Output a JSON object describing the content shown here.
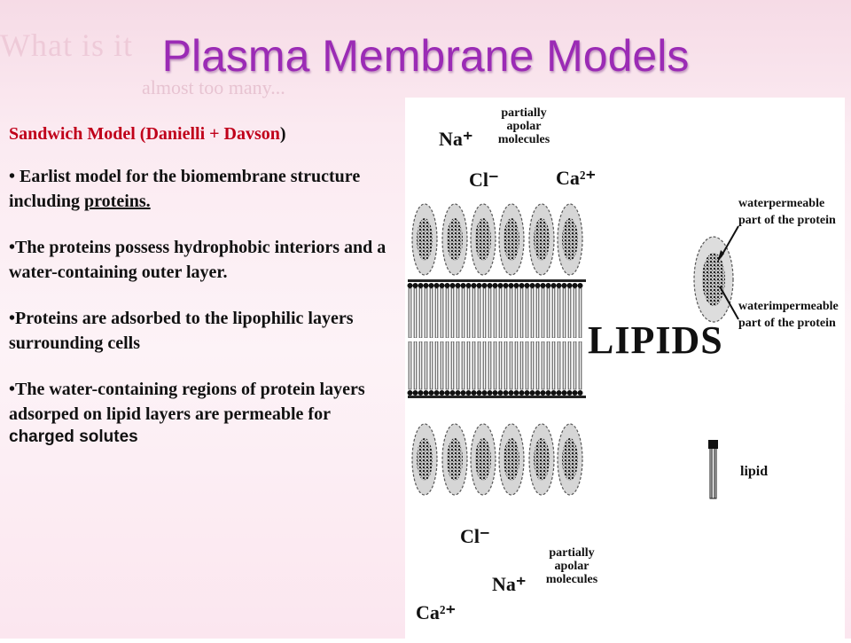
{
  "background": {
    "ghost_line1": "What is it",
    "ghost_line2": "almost too many..."
  },
  "title": "Plasma Membrane Models",
  "text": {
    "heading_red": "Sandwich Model (Danielli + Davson",
    "heading_close": ")",
    "p1_pre": "• Earlist model for the biomembrane structure including ",
    "p1_under": "proteins.",
    "p2": "•The proteins possess hydrophobic interiors and a water-containing outer layer.",
    "p3": "•Proteins are adsorbed to the lipophilic layers surrounding cells",
    "p4": "•The water-containing regions of protein layers adsorped on lipid layers are permeable for",
    "p4_tail": "charged solutes"
  },
  "diagram": {
    "top": {
      "na": "Na⁺",
      "cl": "Cl⁻",
      "ca": "Ca²⁺",
      "apolar": [
        "partially",
        "apolar",
        "molecules"
      ]
    },
    "bottom": {
      "na": "Na⁺",
      "cl": "Cl⁻",
      "ca": "Ca²⁺",
      "apolar": [
        "partially",
        "apolar",
        "molecules"
      ]
    },
    "lipids_label": "LIPIDS",
    "legend": {
      "waterpermeable": [
        "waterpermeable",
        "part of the protein"
      ],
      "waterimpermeable": [
        "waterimpermeable",
        "part of the protein"
      ],
      "lipid": "lipid"
    }
  }
}
